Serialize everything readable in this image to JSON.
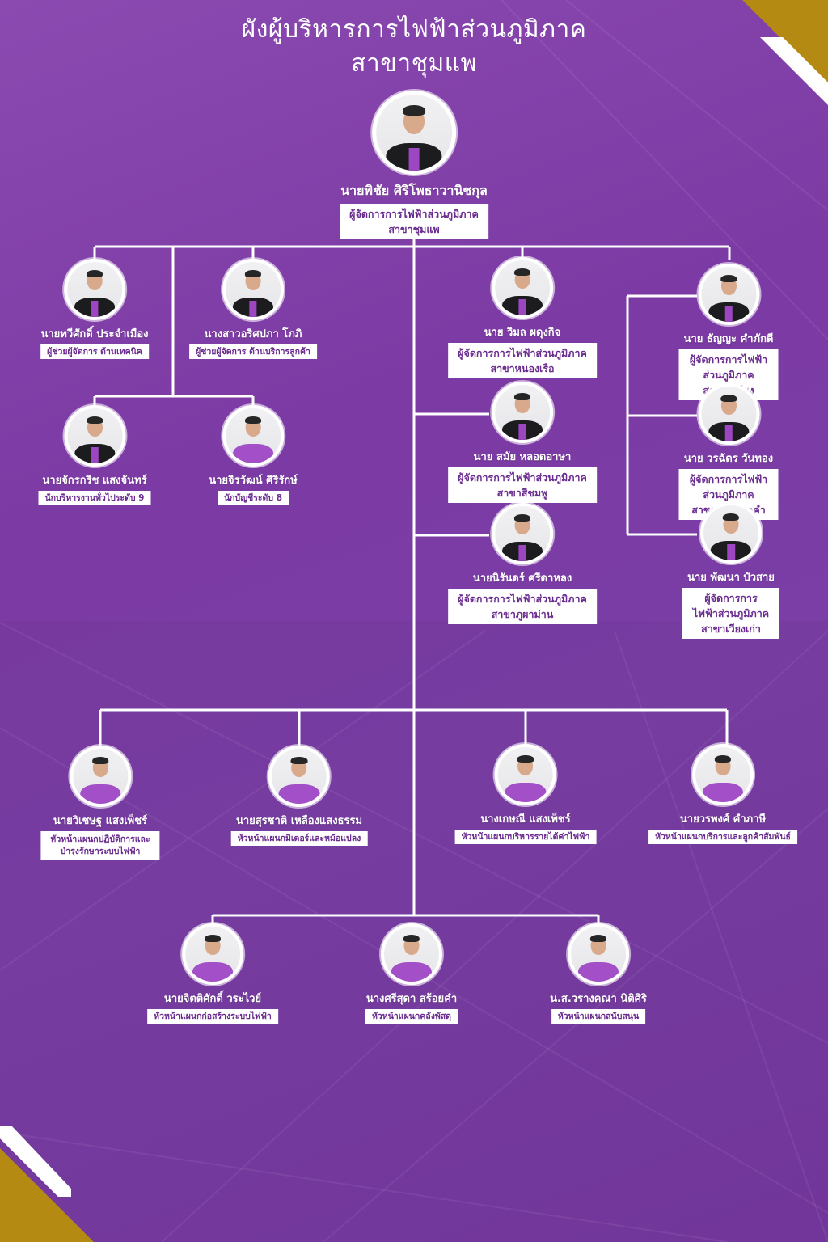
{
  "title_line1": "ผังผู้บริหารการไฟฟ้าส่วนภูมิภาค",
  "title_line2": "สาขาชุมแพ",
  "colors": {
    "background": "#7b3ba4",
    "role_text": "#6a2c8e",
    "gold": "#b48a12",
    "line": "#ffffff"
  },
  "top": {
    "name": "นายพิชัย ศิริโพธาวานิชกุล",
    "role_lines": [
      "ผู้จัดการการไฟฟ้าส่วนภูมิภาค",
      "สาขาชุมแพ"
    ]
  },
  "assistants": [
    {
      "name": "นายทวีศักดิ์ ประจำเมือง",
      "role": "ผู้ช่วยผู้จัดการ ด้านเทคนิค"
    },
    {
      "name": "นางสาวอริศปภา โภภิ",
      "role": "ผู้ช่วยผู้จัดการ ด้านบริการลูกค้า"
    },
    {
      "name": "นายจักรกริช แสงจันทร์",
      "role": "นักบริหารงานทั่วไประดับ 9"
    },
    {
      "name": "นายจิรวัฒน์ ศิริรักษ์",
      "role": "นักบัญชีระดับ 8"
    }
  ],
  "branches_mid": [
    {
      "name": "นาย วิมล ผดุงกิจ",
      "role_lines": [
        "ผู้จัดการการไฟฟ้าส่วนภูมิภาค",
        "สาขาหนองเรือ"
      ]
    },
    {
      "name": "นาย สมัย หลอดอาษา",
      "role_lines": [
        "ผู้จัดการการไฟฟ้าส่วนภูมิภาค",
        "สาขาสีชมพู"
      ]
    },
    {
      "name": "นายนิรันดร์ ศรีดาหลง",
      "role_lines": [
        "ผู้จัดการการไฟฟ้าส่วนภูมิภาค",
        "สาขาภูผาม่าน"
      ]
    }
  ],
  "branches_right": [
    {
      "name": "นาย ธัญญะ คำภักดี",
      "role_lines": [
        "ผู้จัดการการไฟฟ้าส่วนภูมิภาค",
        "สาขาภูเวียง"
      ]
    },
    {
      "name": "นาย วรฉัตร วันทอง",
      "role_lines": [
        "ผู้จัดการการไฟฟ้าส่วนภูมิภาค",
        "สาขาหนองนาคำ"
      ]
    },
    {
      "name": "นาย พัฒนา บัวสาย",
      "role_lines": [
        "ผู้จัดการการไฟฟ้าส่วนภูมิภาค",
        "สาขาเวียงเก่า"
      ]
    }
  ],
  "dept_heads": [
    {
      "name": "นายวิเชษฐ แสงเพ็ชร์",
      "role_lines": [
        "หัวหน้าแผนกปฏิบัติการและ",
        "บำรุงรักษาระบบไฟฟ้า"
      ]
    },
    {
      "name": "นายสุรชาติ เหลืองแสงธรรม",
      "role_lines": [
        "หัวหน้าแผนกมิเตอร์และหม้อแปลง"
      ]
    },
    {
      "name": "นางเกษณี แสงเพ็ชร์",
      "role_lines": [
        "หัวหน้าแผนกบริหารรายได้ค่าไฟฟ้า"
      ]
    },
    {
      "name": "นายวรพงศ์ คำภาษี",
      "role_lines": [
        "หัวหน้าแผนกบริการและลูกค้าสัมพันธ์"
      ]
    }
  ],
  "bottom_heads": [
    {
      "name": "นายจิตติศักดิ์ วระไวย์",
      "role": "หัวหน้าแผนกก่อสร้างระบบไฟฟ้า"
    },
    {
      "name": "นางศรีสุดา สร้อยคำ",
      "role": "หัวหน้าแผนกคลังพัสดุ"
    },
    {
      "name": "น.ส.วรางคณา นิติศิริ",
      "role": "หัวหน้าแผนกสนับสนุน"
    }
  ]
}
